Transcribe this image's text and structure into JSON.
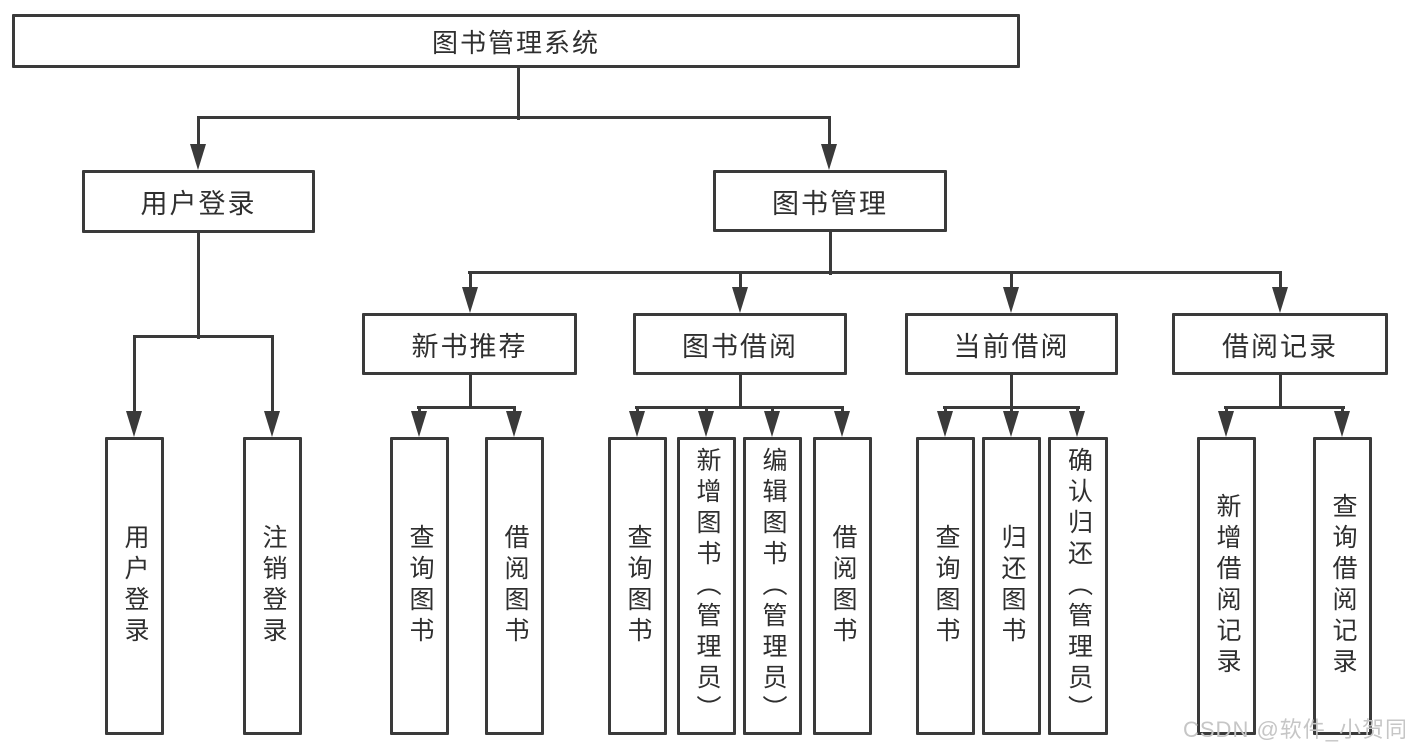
{
  "diagram": {
    "root": {
      "label": "图书管理系统"
    },
    "user_login": {
      "label": "用户登录",
      "children": [
        {
          "label": "用户登录"
        },
        {
          "label": "注销登录"
        }
      ]
    },
    "book_mgmt": {
      "label": "图书管理",
      "groups": [
        {
          "label": "新书推荐",
          "children": [
            {
              "label": "查询图书"
            },
            {
              "label": "借阅图书"
            }
          ]
        },
        {
          "label": "图书借阅",
          "children": [
            {
              "label": "查询图书"
            },
            {
              "label": "新增图书（管理员）"
            },
            {
              "label": "编辑图书（管理员）"
            },
            {
              "label": "借阅图书"
            }
          ]
        },
        {
          "label": "当前借阅",
          "children": [
            {
              "label": "查询图书"
            },
            {
              "label": "归还图书"
            },
            {
              "label": "确认归还（管理员）"
            }
          ]
        },
        {
          "label": "借阅记录",
          "children": [
            {
              "label": "新增借阅记录"
            },
            {
              "label": "查询借阅记录"
            }
          ]
        }
      ]
    }
  },
  "watermark": {
    "text": "CSDN @软件_小贺同学",
    "color": "#c6c6c6"
  },
  "style": {
    "line_color": "#3a3a3a",
    "background": "#ffffff"
  }
}
